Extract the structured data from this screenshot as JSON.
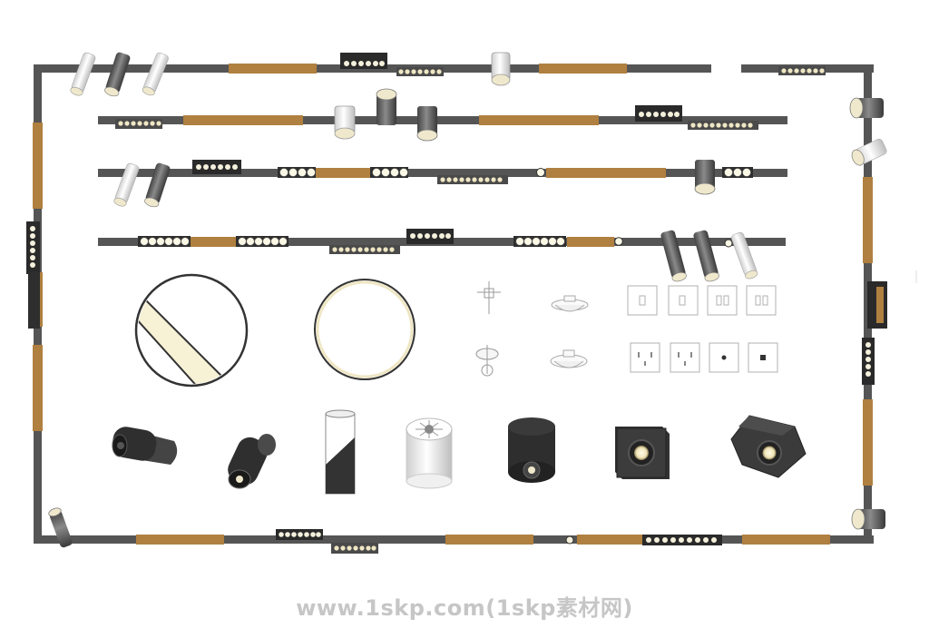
{
  "watermark": {
    "text": "www.1skp.com(1skp素材网)"
  },
  "colors": {
    "rail": "#5b5b5b",
    "rail_dark": "#3f3f3f",
    "wood": "#b08040",
    "lamp_white": "#f3f3ee",
    "lens_warm": "#f5eed2",
    "fixture_dark": "#3a3a3a",
    "fixture_grey": "#707070",
    "panel_glow": "#fbf8e6",
    "socket_line": "#b0b0b0"
  },
  "items": {
    "outer_frame": "track-frame",
    "rails": [
      "track-rail-1",
      "track-rail-2",
      "track-rail-3",
      "track-rail-4"
    ],
    "panels": [
      "round-panel-light-split",
      "round-panel-light-ring"
    ],
    "sensors": [
      "sprinkler-head-icon",
      "smoke-detector-icon"
    ],
    "sockets": [
      "switch-panel-icon",
      "socket-outlet-icon"
    ],
    "fixtures": [
      "adjustable-spotlight",
      "angled-spotlight",
      "cylinder-downlight",
      "white-grille-downlight",
      "round-surface-downlight",
      "square-surface-downlight",
      "tilted-cube-downlight"
    ]
  }
}
